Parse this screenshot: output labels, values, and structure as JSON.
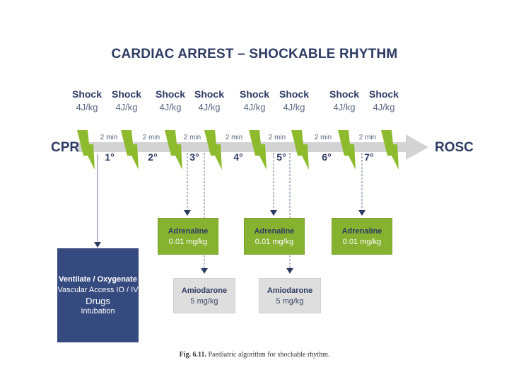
{
  "title": "CARDIAC ARREST – SHOCKABLE RHYTHM",
  "start_label": "CPR",
  "end_label": "ROSC",
  "shocks": [
    {
      "label": "Shock",
      "dose": "4J/kg"
    },
    {
      "label": "Shock",
      "dose": "4J/kg"
    },
    {
      "label": "Shock",
      "dose": "4J/kg"
    },
    {
      "label": "Shock",
      "dose": "4J/kg"
    },
    {
      "label": "Shock",
      "dose": "4J/kg"
    },
    {
      "label": "Shock",
      "dose": "4J/kg"
    },
    {
      "label": "Shock",
      "dose": "4J/kg"
    },
    {
      "label": "Shock",
      "dose": "4J/kg"
    }
  ],
  "intervals": [
    "2 min",
    "2 min",
    "2 min",
    "2 min",
    "2 min",
    "2 min",
    "2 min"
  ],
  "cycles": [
    "1°",
    "2°",
    "3°",
    "4°",
    "5°",
    "6°",
    "7°"
  ],
  "adrenaline": [
    {
      "title": "Adrenaline",
      "dose": "0.01 mg/kg"
    },
    {
      "title": "Adrenaline",
      "dose": "0.01 mg/kg"
    },
    {
      "title": "Adrenaline",
      "dose": "0.01 mg/kg"
    }
  ],
  "amiodarone": [
    {
      "title": "Amiodarone",
      "dose": "5 mg/kg"
    },
    {
      "title": "Amiodarone",
      "dose": "5 mg/kg"
    }
  ],
  "care_box": {
    "line1": "Ventilate / Oxygenate",
    "line2": "Vascular Access IO / IV",
    "line3": "Drugs",
    "line4": "Intubation"
  },
  "caption": {
    "label": "Fig. 6.11.",
    "text": "Paediatric algorithm for shockable rhythm."
  },
  "colors": {
    "navy": "#2e3b63",
    "green": "#86b230",
    "bolt": "#8dbb2d",
    "arrow": "#d3d3d3",
    "gray_box": "#dedede",
    "blue_box": "#354a7e"
  }
}
